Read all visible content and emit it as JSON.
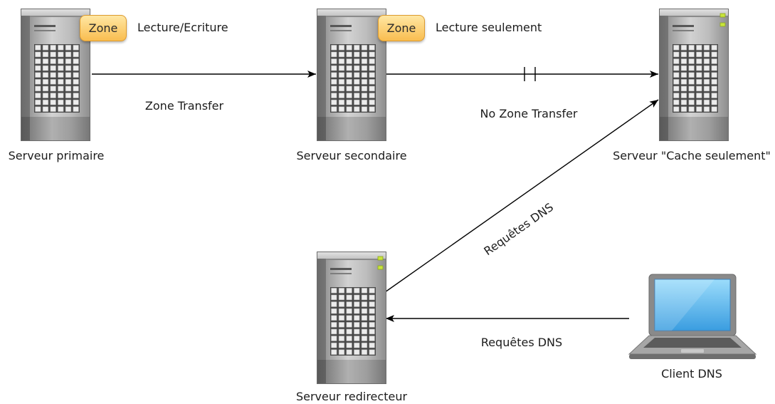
{
  "diagram": {
    "nodes": {
      "primary": {
        "label": "Serveur primaire",
        "icon": "server-tower-icon",
        "zone_badge": "Zone",
        "zone_access": "Lecture/Ecriture"
      },
      "secondary": {
        "label": "Serveur secondaire",
        "icon": "server-tower-icon",
        "zone_badge": "Zone",
        "zone_access": "Lecture seulement"
      },
      "cache_only": {
        "label": "Serveur \"Cache seulement\"",
        "icon": "server-tower-icon"
      },
      "forwarder": {
        "label": "Serveur redirecteur",
        "icon": "server-tower-icon"
      },
      "client": {
        "label": "Client DNS",
        "icon": "laptop-icon"
      }
    },
    "edges": {
      "primary_to_secondary": {
        "label": "Zone Transfer",
        "blocked": false
      },
      "secondary_to_cache_only": {
        "label": "No Zone Transfer",
        "blocked": true
      },
      "forwarder_to_cache_only": {
        "label": "Requêtes DNS",
        "blocked": false
      },
      "client_to_forwarder": {
        "label": "Requêtes DNS",
        "blocked": false
      }
    }
  },
  "colors": {
    "background": "#ffffff",
    "edge": "#000000",
    "zone_badge": "#f9bd50",
    "server_light": "#c9e53b",
    "laptop_screen": "#3a9de0"
  }
}
